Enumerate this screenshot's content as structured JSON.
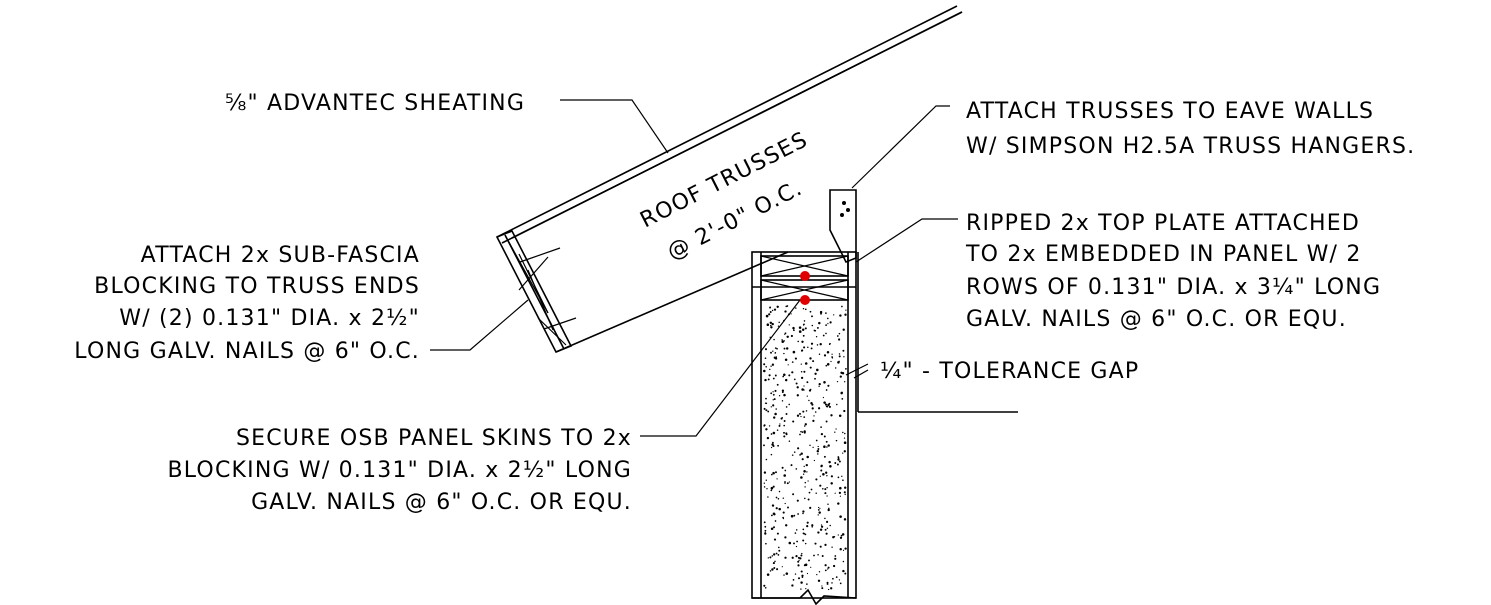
{
  "labels": {
    "sheathing": "⅝\" ADVANTEC SHEATING",
    "attach_trusses_1": "ATTACH TRUSSES TO EAVE WALLS",
    "attach_trusses_2": "W/ SIMPSON H2.5A TRUSS HANGERS.",
    "roof_trusses_1": "ROOF TRUSSES",
    "roof_trusses_2": "@ 2'-0\" O.C.",
    "subfascia_1": "ATTACH 2x SUB-FASCIA",
    "subfascia_2": "BLOCKING TO TRUSS ENDS",
    "subfascia_3": "W/ (2) 0.131\" DIA. x 2½\"",
    "subfascia_4": "LONG GALV. NAILS @ 6\" O.C.",
    "top_plate_1": "RIPPED 2x TOP PLATE ATTACHED",
    "top_plate_2": "TO 2x EMBEDDED IN PANEL W/ 2",
    "top_plate_3": "ROWS OF 0.131\" DIA. x 3¼\" LONG",
    "top_plate_4": "GALV. NAILS @ 6\" O.C. OR EQU.",
    "gap": "¼\" - TOLERANCE GAP",
    "osb_1": "SECURE OSB PANEL SKINS TO 2x",
    "osb_2": "BLOCKING W/ 0.131\" DIA. x 2½\" LONG",
    "osb_3": "GALV. NAILS @ 6\" O.C. OR EQU."
  },
  "colors": {
    "line": "#000000",
    "nail_marker": "#e00000"
  }
}
